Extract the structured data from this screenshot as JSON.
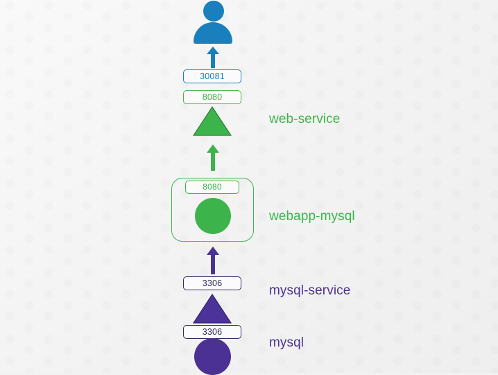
{
  "diagram": {
    "title": "kubernetes-application-topology",
    "background_color": "#f2f2f2",
    "colors": {
      "blue": "#1a7fbd",
      "green": "#3cb44b",
      "purple": "#4b3193",
      "navy_border": "#2a2a5c"
    },
    "actor": {
      "icon": "user-icon",
      "color": "#1a7fbd"
    },
    "ports": [
      {
        "id": "nodeport-30081",
        "value": "30081",
        "color": "blue"
      },
      {
        "id": "port-8080-service",
        "value": "8080",
        "color": "green"
      },
      {
        "id": "port-8080-pod",
        "value": "8080",
        "color": "green"
      },
      {
        "id": "port-3306-service",
        "value": "3306",
        "color": "navy"
      },
      {
        "id": "port-3306-pod",
        "value": "3306",
        "color": "navy"
      }
    ],
    "nodes": [
      {
        "id": "web-service",
        "label": "web-service",
        "kind": "service",
        "shape": "triangle",
        "color": "green"
      },
      {
        "id": "webapp-mysql",
        "label": "webapp-mysql",
        "kind": "pod",
        "shape": "circle-in-rounded-square",
        "color": "green"
      },
      {
        "id": "mysql-service",
        "label": "mysql-service",
        "kind": "service",
        "shape": "triangle",
        "color": "purple"
      },
      {
        "id": "mysql",
        "label": "mysql",
        "kind": "pod",
        "shape": "circle",
        "color": "purple"
      }
    ],
    "arrows": [
      {
        "id": "arrow-nodeport-to-user",
        "color": "blue",
        "direction": "up"
      },
      {
        "id": "arrow-webservice-to-port",
        "color": "green",
        "direction": "up"
      },
      {
        "id": "arrow-pod-to-mysqlservice",
        "color": "purple",
        "direction": "up"
      },
      {
        "id": "arrow-mysql-to-service",
        "color": "purple",
        "direction": "up"
      }
    ]
  }
}
